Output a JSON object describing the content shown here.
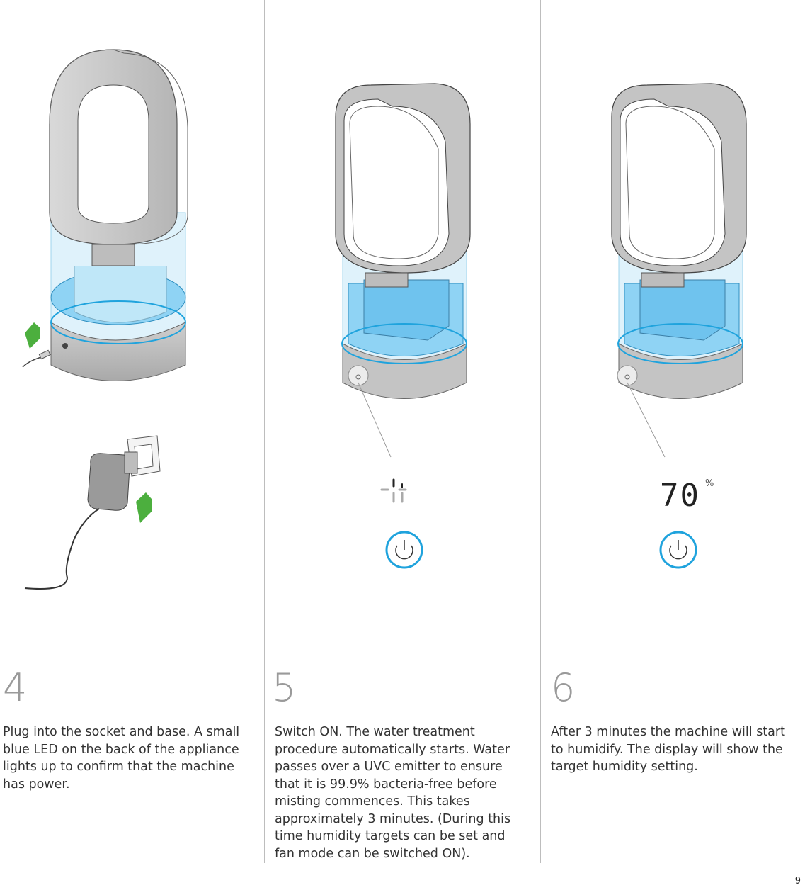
{
  "steps": [
    {
      "number": "4",
      "text": "Plug into the socket and base. A small blue LED on the back of the appliance lights up to confirm that the machine has power."
    },
    {
      "number": "5",
      "text": "Switch ON. The water treatment procedure automatically starts. Water passes over a UVC emitter to ensure that it is 99.9% bacteria-free before misting commences. This takes approximately 3 minutes. (During this time humidity targets can be set and fan mode can be switched ON)."
    },
    {
      "number": "6",
      "text": "After 3 minutes the machine will start to humidify. The display will show the target humidity setting."
    }
  ],
  "display": {
    "humidity_value": "70",
    "humidity_unit": "%"
  },
  "icons": [
    "power-icon",
    "plug-arrow-icon",
    "loading-display-icon"
  ],
  "colors": {
    "water_blue": "#8fd3f4",
    "accent_blue": "#1fa3dd",
    "arrow_green": "#4caf3e",
    "body_grey": "#c7c7c7",
    "ring_grey": "#a8a8a8"
  },
  "page_number": "9"
}
